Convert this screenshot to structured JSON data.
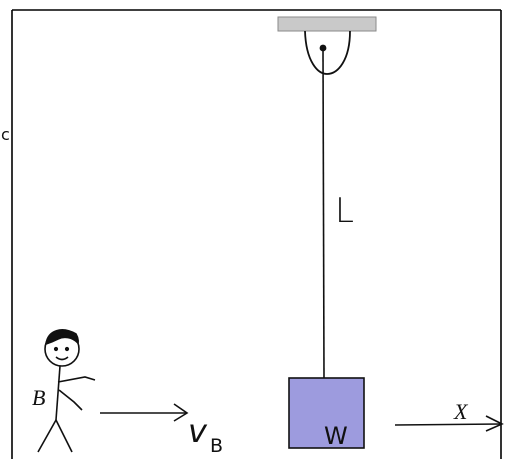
{
  "labels": {
    "length": "L",
    "person": "B",
    "velocity_symbol": "v",
    "velocity_subscript": "B",
    "block": "W",
    "axis": "X"
  },
  "colors": {
    "block_fill": "#9d9bde",
    "ceiling_fill": "#c9c9c9",
    "ink": "#111111",
    "border": "#000000"
  }
}
